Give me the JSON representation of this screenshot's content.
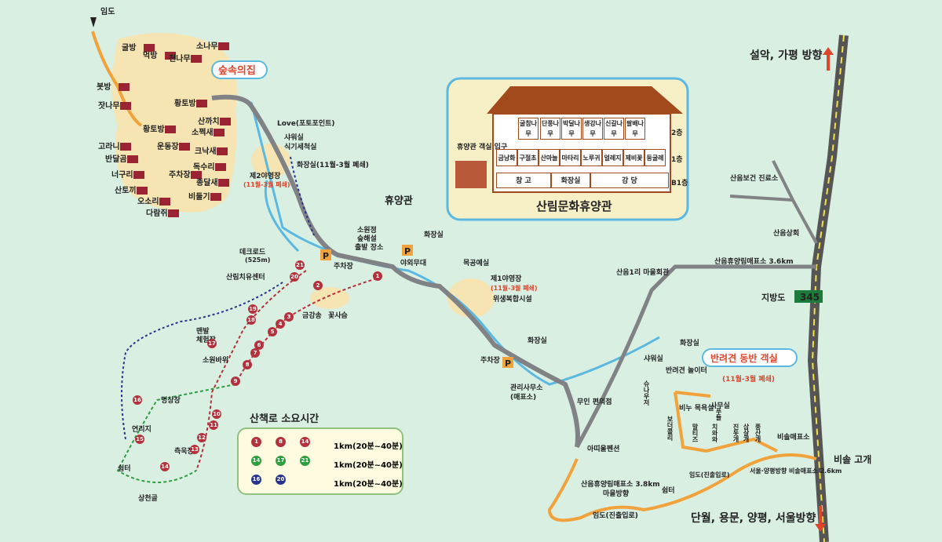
{
  "map": {
    "title": "산림문화휴양관",
    "areas": {
      "forest_house": "숲속의집",
      "recreation_hall": "휴양관",
      "pet_cabins": "반려견 동반 객실",
      "pet_cabins_note": "(11월-3월 폐쇄)"
    },
    "cabins": [
      "굴방",
      "먹방",
      "소나무",
      "전나무",
      "봇방",
      "잣나무",
      "황토방2",
      "황토방1",
      "산까치",
      "소쩍새",
      "운동장",
      "크낙새",
      "고라니",
      "반달곰",
      "독수리",
      "너구리",
      "주차장",
      "종달새",
      "산토끼",
      "비둘기",
      "오소리",
      "다람쥐"
    ],
    "building": {
      "floor2": [
        "굴참나무",
        "단풍나무",
        "박달나무",
        "생강나무",
        "신갈나무",
        "팔배나무"
      ],
      "floor1": [
        "금낭화",
        "구절초",
        "산마늘",
        "마타리",
        "노루귀",
        "얼레지",
        "제비꽃",
        "둥굴레"
      ],
      "b1": [
        "창 고",
        "화장실",
        "강 당"
      ],
      "floor_labels": [
        "2층",
        "1층",
        "B1층"
      ],
      "entrance": "휴양관 객실 입구"
    },
    "facilities": {
      "love_point": "Love(포토포인트)",
      "shower": "샤워실",
      "dish": "식기세척실",
      "toilet_winter": "화장실(11월-3월 폐쇄)",
      "camp2": "제2야영장",
      "camp2_note": "(11월-3월 폐쇄)",
      "deck": "데크로드",
      "deck_alt": "(525m)",
      "healing": "산림치유센터",
      "sowon": "소원정",
      "forest_start": "숲해설",
      "start_place": "출발 장소",
      "parking": "주차장",
      "toilet": "화장실",
      "stage": "야외무대",
      "woodwork": "목공예실",
      "camp1": "제1야영장",
      "camp1_note": "(11월-3월 폐쇄)",
      "hygiene": "위생복합시설",
      "geumgang": "금강송",
      "flower": "꽃사슴",
      "mancheon": "맨발",
      "experience": "체험장",
      "wish_rock": "소원바위",
      "meditation": "명상장",
      "lotus": "연리지",
      "grove": "측욱장",
      "rest": "쉼터",
      "valley": "상천골",
      "office": "관리사무소",
      "office_sub": "(매표소)",
      "store": "무인 편의점",
      "pension": "아띠울펜션",
      "pet_play": "반려견 놀이터",
      "shower2": "샤워실",
      "office2": "사무실",
      "pet_bath": "비누 목욕실",
      "pet_names": [
        "슈나우저",
        "보더콜리",
        "말티즈",
        "치와와",
        "푸들",
        "진돗개",
        "삽살개",
        "풍산개"
      ],
      "ticket": "비솔매표소",
      "shelter": "쉼터"
    },
    "roads": {
      "limdo_top": "임도",
      "to_seorak": "설악, 가평 방향",
      "to_south": "단월, 용문, 양평, 서울방향",
      "sanum_health": "산음보건 진료소",
      "sanum_store": "산음상회",
      "sanum1": "산음1리 마을회관",
      "ticket_distance": "산음휴양림매표소 3.6km",
      "route": "지방도",
      "route_num": "345",
      "bisol_pass": "비솔 고개",
      "seoul_dist": "서울·양평방향 비솔매표소 2.6km",
      "limdo_entry": "임도(진출입로)",
      "limdo_entry2": "임도(진출입로)",
      "ticket_38": "산음휴양림매표소 3.8km",
      "village_dir": "마을방향"
    },
    "legend": {
      "title": "산책로 소요시간",
      "rows": [
        {
          "from": "1",
          "to": "8",
          "end": "14",
          "time": "1km(20분~40분)"
        },
        {
          "from": "14",
          "to": "17",
          "end": "21",
          "time": "1km(20분~40분)"
        },
        {
          "from": "16",
          "to": "",
          "end": "20",
          "time": "1km(20분~40분)"
        }
      ]
    },
    "colors": {
      "bg": "#d9efe2",
      "road": "#808285",
      "river": "#5bb8e0",
      "orange": "#f2a23a",
      "red_trail": "#b3323c",
      "green_trail": "#2e9e3f",
      "blue_trail": "#27338f",
      "cabin": "#9a2432"
    }
  }
}
